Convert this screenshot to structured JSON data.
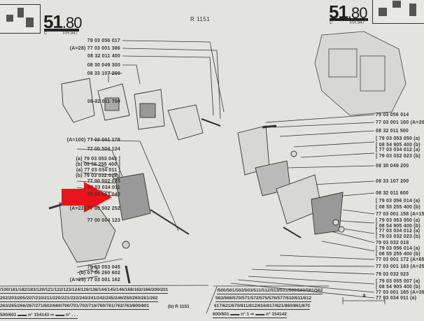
{
  "header": {
    "left_section": "51",
    "left_subsection": ".80",
    "left_code": "C",
    "left_ref": "P.R.947",
    "center_title": "R 1151",
    "right_section": "51",
    "right_subsection": ".80",
    "right_code": "C",
    "right_ref": "P.R.947"
  },
  "left_labels": [
    "79 03 056 017",
    "(A=28) 77 03 001 386",
    "08 32 011 400",
    "08 30 049 300",
    "08 33 107 200",
    "08 32 011 700",
    "(A=100) 77 03 001 178",
    "77 00 504 124",
    "(a) 79 03 053 043 ]",
    "(b) 08 55 255 400 ]",
    "(a) 77 03 034 011 ]",
    "(b) 79 03 032 018 ]",
    "77 00 502 023",
    "77 03 034 011",
    "79 03 053 043",
    "(A=22) 77 00 502 252",
    "77 00 504 123",
    "79 03 053 045",
    "(b) 07 06 260 602",
    "(A=25) 77 03 001 162"
  ],
  "right_labels": [
    "79 03 056 014",
    "77 03 001 160 (A=20)",
    "08 32 011 500",
    "[ 79 03 053 050 (a)",
    "[ 08 54 905 400 (b)",
    "[ 77 03 034 012 (a)",
    "[ 79 03 032 023 (b)",
    "08 30 049 200",
    "08 33 107 200",
    "08 32 011 600",
    "[ 79 03 056 014 (a)",
    "[ 08 55 255 400 (b)",
    "77 03 001 158 (A=15)",
    "[ 79 03 053 050 (a)",
    "[ 08 54 905 400 (b)",
    "[ 77 03 034 012 (a)",
    "[ 79 03 032 023 (b)",
    "79 03 032 018",
    "[ 79 03 056 014 (a)",
    "[ 08 55 255 400 (b)",
    "77 03 001 172 (A=65)",
    "77 03 001 183 (A=25)",
    "79 03 032 023",
    "[ 79 03 055 007 (a)",
    "[ 08 54 905 400 (b)",
    "77 03 001 165 (A=35) (b)",
    "77 03 034 011 (a)"
  ],
  "left_table": [
    "/100/181/182/183/120/121/122/123/124/126/138/144/145/146/168/162/166/200/201",
    "202/203/205/207/210/211/220/221/222/240/241/242/245/246/250/260/261/262",
    "263/265/266/267/271/602/660/700/701/702/716/760/761/762/763/800/801",
    "500/601  ▬▬ n°   154143  ⇨  ▬▬ n°    . . ."
  ],
  "mid_note": "(b) R 1151",
  "right_table": [
    "/500/501/502/503/511/512/513/531/560/560/561/562",
    "563/566/570/571/572/575/576/577/610/611/612",
    "617/621/670/811/812/816/817/821/860/861/870",
    "600/601  ▬▬ n°   1 ⇨  ▬▬ n°  154142"
  ],
  "dimension_label": "A",
  "colors": {
    "paper": "#e4e4df",
    "ink": "#2a2a2a",
    "arrow": "#e8141a"
  }
}
